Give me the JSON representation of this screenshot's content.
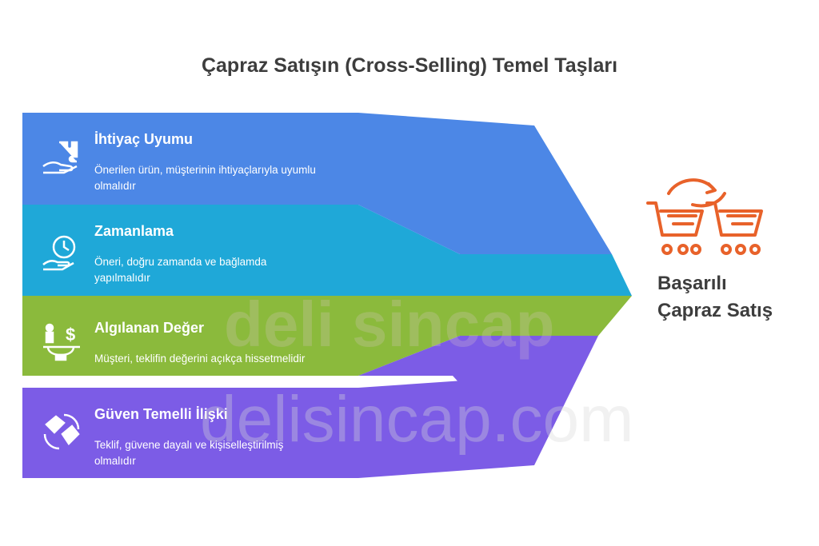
{
  "title": "Çapraz Satışın (Cross-Selling) Temel Taşları",
  "bands": [
    {
      "title": "İhtiyaç Uyumu",
      "desc_line1": "Önerilen ürün, müşterinin ihtiyaçlarıyla uyumlu",
      "desc_line2": "olmalıdır",
      "color": "#4c87e6",
      "icon": "puzzle-hand-icon"
    },
    {
      "title": "Zamanlama",
      "desc_line1": "Öneri, doğru zamanda ve bağlamda",
      "desc_line2": "yapılmalıdır",
      "color": "#1fa8d8",
      "icon": "clock-hand-icon"
    },
    {
      "title": "Algılanan Değer",
      "desc_line1": "Müşteri, teklifin değerini açıkça hissetmelidir",
      "desc_line2": "",
      "color": "#8bba3c",
      "icon": "scale-dollar-icon"
    },
    {
      "title": "Güven Temelli İlişki",
      "desc_line1": "Teklif, güvene dayalı ve kişiselleştirilmiş",
      "desc_line2": "olmalıdır",
      "color": "#7c5ce6",
      "icon": "handshake-icon"
    }
  ],
  "result": {
    "line1": "Başarılı",
    "line2": "Çapraz Satış",
    "icon": "shopping-carts-icon",
    "accent": "#e8622a"
  },
  "watermark": {
    "line1": "deli sincap",
    "line2": "delisincap.com"
  }
}
